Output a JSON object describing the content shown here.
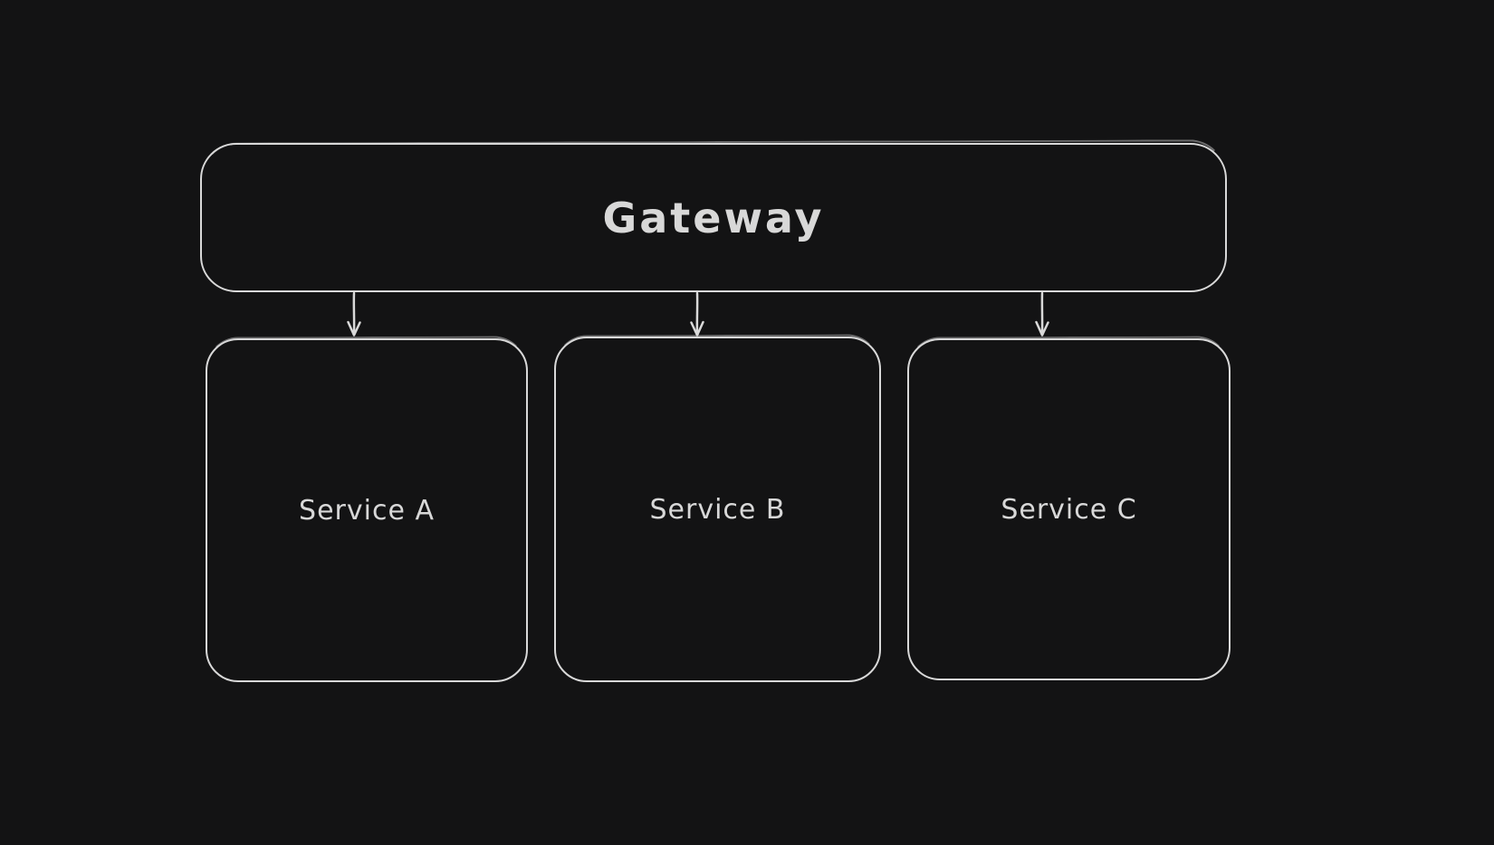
{
  "canvas": {
    "background": "#131314",
    "stroke_color": "#d9d9d9",
    "text_color": "#d8d8d8",
    "style": "hand-drawn-whiteboard-dark"
  },
  "diagram": {
    "type": "flowchart",
    "nodes": {
      "gateway": {
        "id": "gateway",
        "label": "Gateway",
        "shape": "rounded-rectangle"
      },
      "services": [
        {
          "id": "service-a",
          "label": "Service A",
          "shape": "rounded-rectangle"
        },
        {
          "id": "service-b",
          "label": "Service B",
          "shape": "rounded-rectangle"
        },
        {
          "id": "service-c",
          "label": "Service C",
          "shape": "rounded-rectangle"
        }
      ]
    },
    "edges": [
      {
        "from": "Gateway",
        "to": "Service A",
        "type": "arrow",
        "direction": "down"
      },
      {
        "from": "Gateway",
        "to": "Service B",
        "type": "arrow",
        "direction": "down"
      },
      {
        "from": "Gateway",
        "to": "Service C",
        "type": "arrow",
        "direction": "down"
      }
    ]
  }
}
